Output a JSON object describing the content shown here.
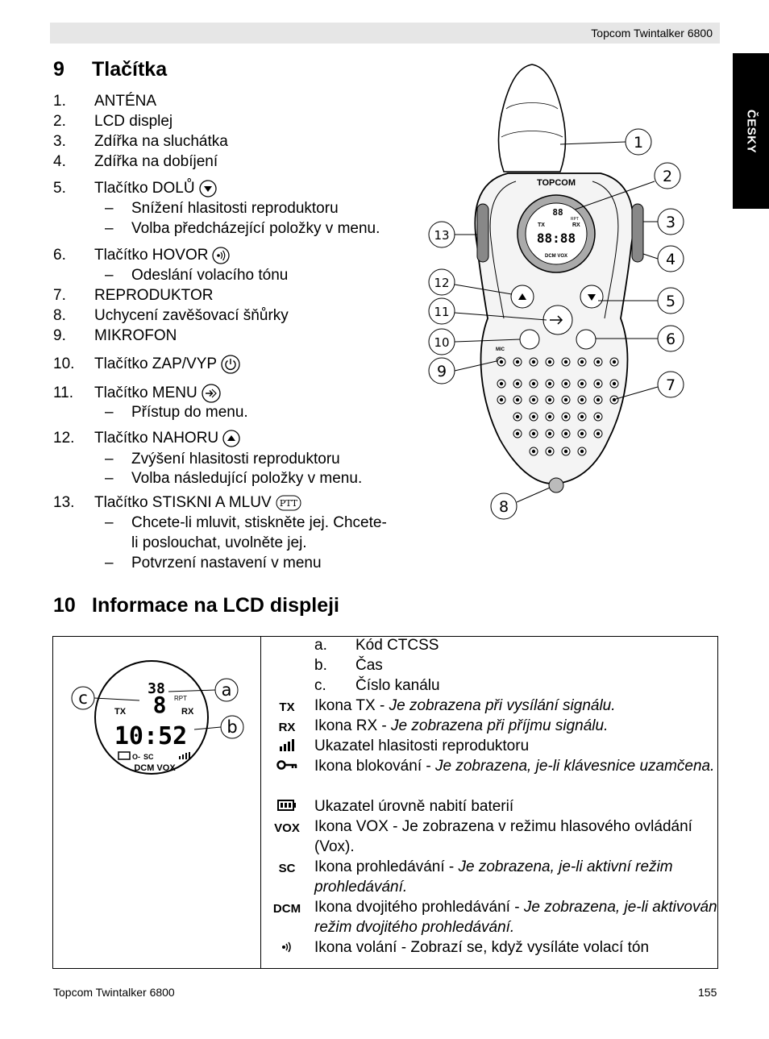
{
  "header": {
    "title": "Topcom Twintalker 6800"
  },
  "side_tab": {
    "label": "ČESKY"
  },
  "section9": {
    "number": "9",
    "title": "Tlačítka",
    "items": [
      {
        "n": "1.",
        "label": "ANTÉNA"
      },
      {
        "n": "2.",
        "label": "LCD displej"
      },
      {
        "n": "3.",
        "label": "Zdířka na sluchátka"
      },
      {
        "n": "4.",
        "label": "Zdířka na dobíjení"
      },
      {
        "n": "5.",
        "label": "Tlačítko DOLŮ",
        "icon": "down-triangle-icon",
        "subs": [
          "Snížení hlasitosti reproduktoru",
          "Volba předcházející položky v menu."
        ]
      },
      {
        "n": "6.",
        "label": "Tlačítko HOVOR",
        "icon": "call-icon",
        "subs": [
          "Odeslání volacího tónu"
        ]
      },
      {
        "n": "7.",
        "label": "REPRODUKTOR"
      },
      {
        "n": "8.",
        "label": "Uchycení zavěšovací šňůrky"
      },
      {
        "n": "9.",
        "label": "MIKROFON"
      },
      {
        "n": "10.",
        "label": "Tlačítko ZAP/VYP",
        "icon": "power-icon"
      },
      {
        "n": "11.",
        "label": "Tlačítko MENU",
        "icon": "menu-icon",
        "subs": [
          "Přístup do menu."
        ]
      },
      {
        "n": "12.",
        "label": "Tlačítko NAHORU",
        "icon": "up-triangle-icon",
        "subs": [
          "Zvýšení hlasitosti reproduktoru",
          "Volba následující položky v menu."
        ]
      },
      {
        "n": "13.",
        "label": "Tlačítko STISKNI A MLUV",
        "icon": "ptt-icon",
        "subs": [
          "Chcete-li mluvit, stiskněte jej. Chcete-",
          "li poslouchat, uvolněte jej.",
          "Potvrzení nastavení v menu"
        ]
      }
    ]
  },
  "figure_device": {
    "brand": "TOPCOM",
    "lcd_digits_top": "88",
    "lcd_digits_main": "88:88",
    "lcd_tx": "TX",
    "lcd_rx": "RX",
    "lcd_rpt": "RPT",
    "lcd_bottom": "DCM VOX",
    "mic_label": "MIC",
    "callouts": [
      "1",
      "2",
      "3",
      "4",
      "5",
      "6",
      "7",
      "8",
      "9",
      "10",
      "11",
      "12",
      "13"
    ]
  },
  "section10": {
    "number": "10",
    "title": "Informace na LCD displeji",
    "figure": {
      "callouts": [
        "a",
        "b",
        "c"
      ],
      "top_digits": "38",
      "mid_digit": "8",
      "rpt": "RPT",
      "tx": "TX",
      "rx": "RX",
      "time": "10:52",
      "bottom": "DCM VOX"
    },
    "letters": [
      {
        "n": "a.",
        "label": "Kód CTCSS"
      },
      {
        "n": "b.",
        "label": "Čas"
      },
      {
        "n": "c.",
        "label": "Číslo kanálu"
      }
    ],
    "icons": [
      {
        "icon": "TX",
        "name": "tx-icon",
        "text": "Ikona TX - ",
        "italic": "Je zobrazena při vysílání signálu."
      },
      {
        "icon": "RX",
        "name": "rx-icon",
        "text": "Ikona RX - ",
        "italic": "Je zobrazena při příjmu signálu."
      },
      {
        "icon": "volume-bars",
        "name": "volume-bars-icon",
        "text": "Ukazatel hlasitosti reproduktoru",
        "italic": ""
      },
      {
        "icon": "key",
        "name": "key-lock-icon",
        "text": "Ikona blokování - ",
        "italic": "Je zobrazena, je-li klávesnice uzamčena."
      },
      {
        "icon": "battery",
        "name": "battery-icon",
        "text": "Ukazatel úrovně nabití baterií",
        "italic": ""
      },
      {
        "icon": "VOX",
        "name": "vox-icon",
        "text": "Ikona VOX - Je zobrazena v režimu hlasového ovládání (Vox).",
        "italic": ""
      },
      {
        "icon": "SC",
        "name": "scan-icon",
        "text": "Ikona prohledávání - ",
        "italic": "Je zobrazena, je-li aktivní režim prohledávání."
      },
      {
        "icon": "DCM",
        "name": "dcm-icon",
        "text": "Ikona dvojitého prohledávání - ",
        "italic": "Je zobrazena, je-li aktivován režim dvojitého prohledávání."
      },
      {
        "icon": "call",
        "name": "call-signal-icon",
        "text": "Ikona volání - Zobrazí se, když vysíláte volací tón",
        "italic": ""
      }
    ]
  },
  "footer": {
    "left": "Topcom Twintalker 6800",
    "page": "155"
  }
}
